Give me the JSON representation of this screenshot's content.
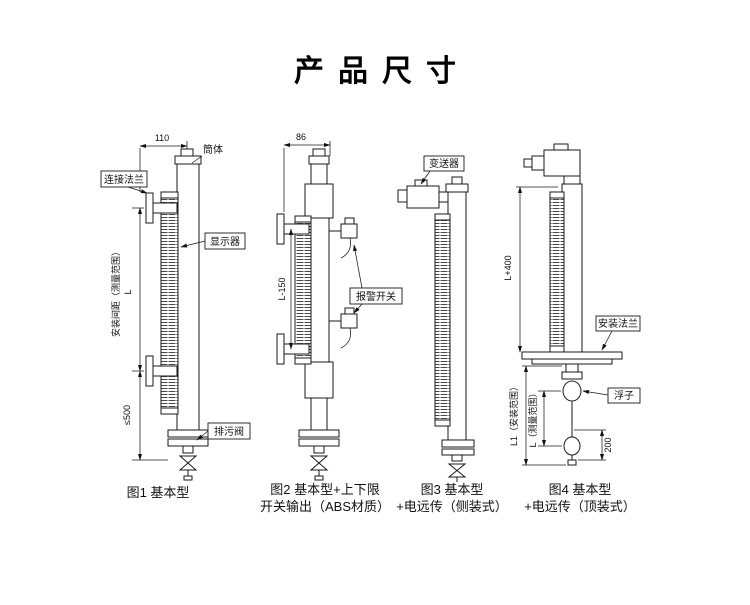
{
  "colors": {
    "ink": "#1a1a1a",
    "background": "#ffffff"
  },
  "title": "产品尺寸",
  "fig1": {
    "caption": "图1 基本型",
    "dim_width": "110",
    "label_tube": "筒体",
    "label_flange": "连接法兰",
    "label_display": "显示器",
    "dim_span_note": "安装间距（测量范围）",
    "dim_span": "L",
    "dim_bottom": "≤500",
    "label_drain": "排污阀"
  },
  "fig2": {
    "caption_line1": "图2 基本型+上下限",
    "caption_line2": "开关输出（ABS材质）",
    "dim_width": "86",
    "dim_span": "L-150",
    "label_switch": "报警开关"
  },
  "fig3": {
    "caption_line1": "图3 基本型",
    "caption_line2": "+电远传（侧装式）",
    "label_transmitter": "变送器"
  },
  "fig4": {
    "caption_line1": "图4 基本型",
    "caption_line2": "+电远传（顶装式）",
    "dim_height": "L+400",
    "label_mount_flange": "安装法兰",
    "label_float": "浮子",
    "dim_l1": "L1（安装范围）",
    "dim_l": "L（测量范围）",
    "dim_200": "200"
  }
}
